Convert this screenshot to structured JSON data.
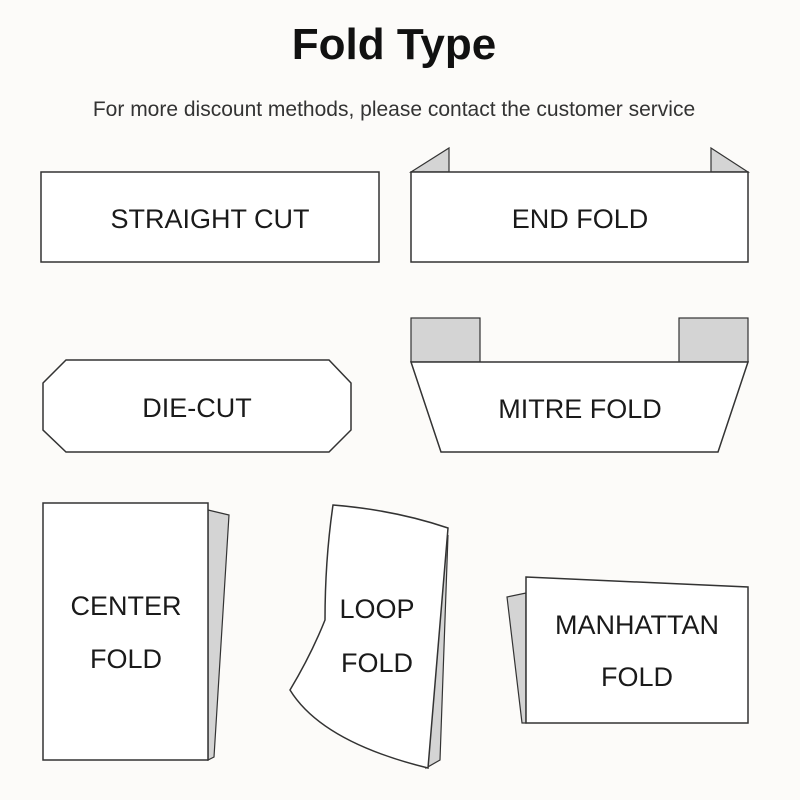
{
  "header": {
    "title": "Fold Type",
    "subtitle": "For more discount methods, please contact the customer service"
  },
  "colors": {
    "background": "#fcfbf9",
    "label_fill": "#ffffff",
    "outline": "#333333",
    "fold_shade": "#d4d4d4",
    "text": "#1a1a1a"
  },
  "folds": {
    "straight_cut": {
      "label": "STRAIGHT CUT"
    },
    "end_fold": {
      "label": "END FOLD"
    },
    "die_cut": {
      "label": "DIE-CUT"
    },
    "mitre_fold": {
      "label": "MITRE FOLD"
    },
    "center_fold": {
      "line1": "CENTER",
      "line2": "FOLD"
    },
    "loop_fold": {
      "line1": "LOOP",
      "line2": "FOLD"
    },
    "manhattan_fold": {
      "line1": "MANHATTAN",
      "line2": "FOLD"
    }
  }
}
